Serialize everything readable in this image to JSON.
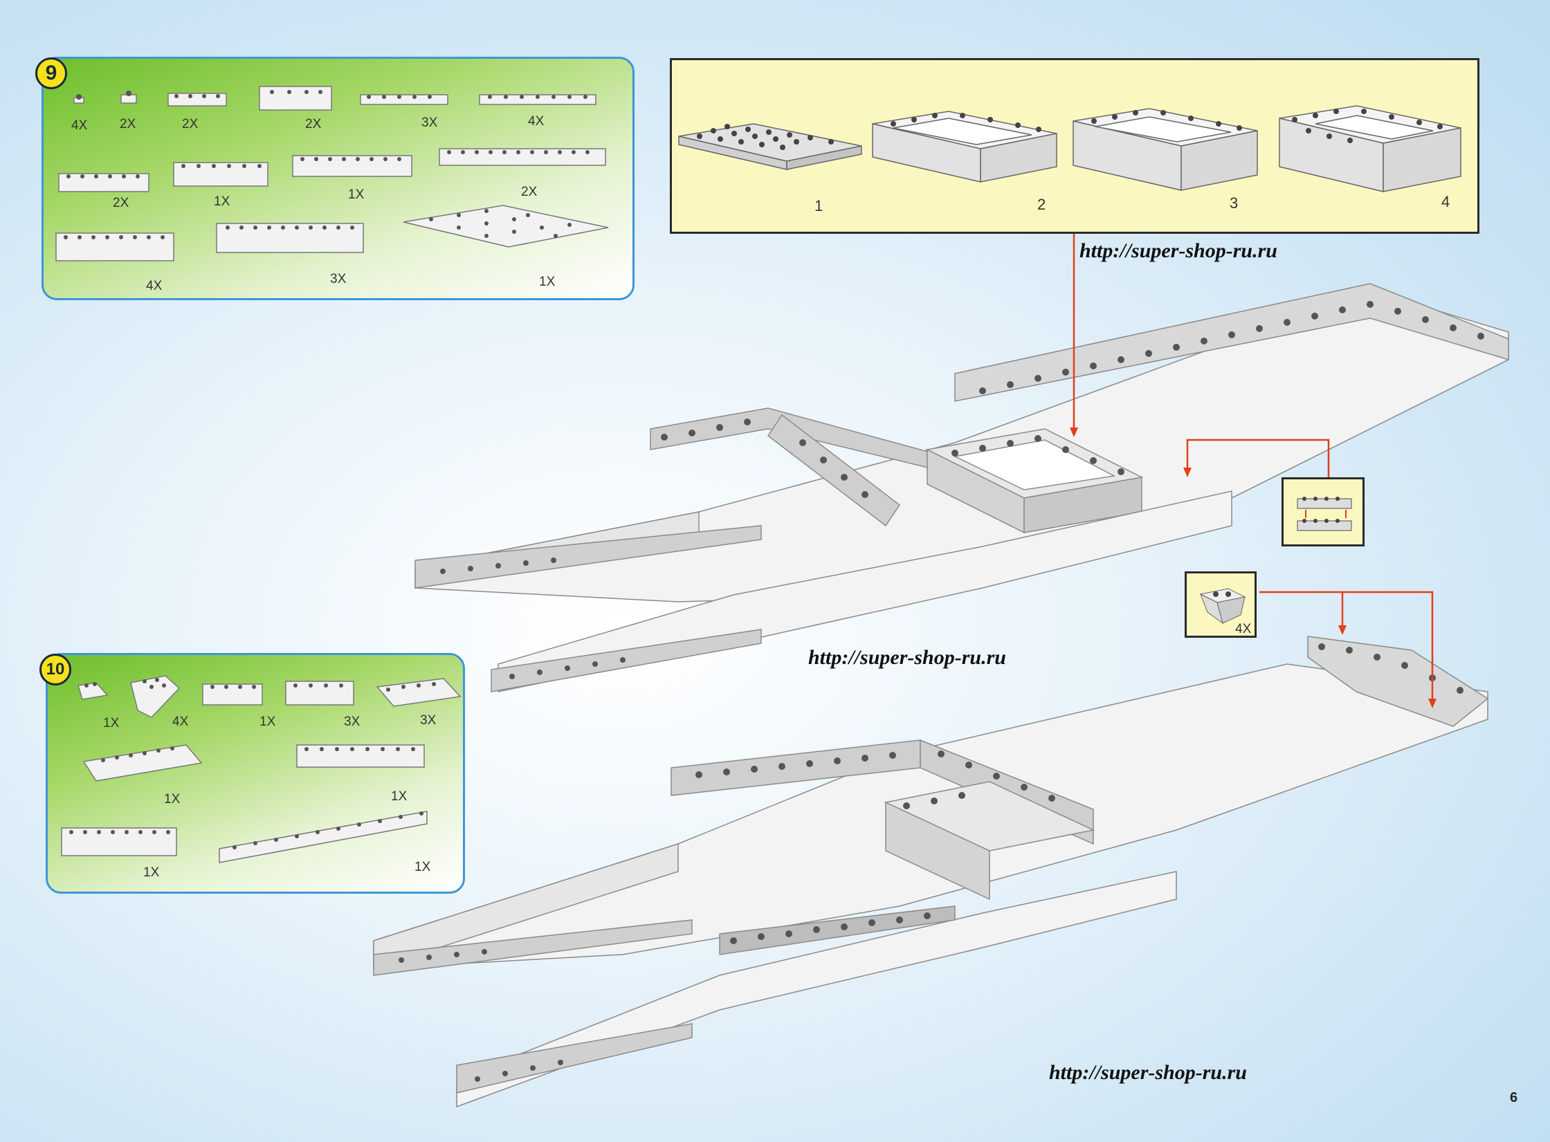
{
  "step9": {
    "number": "9",
    "parts": [
      {
        "qty": "4X"
      },
      {
        "qty": "2X"
      },
      {
        "qty": "2X"
      },
      {
        "qty": "2X"
      },
      {
        "qty": "3X"
      },
      {
        "qty": "4X"
      },
      {
        "qty": "2X"
      },
      {
        "qty": "1X"
      },
      {
        "qty": "1X"
      },
      {
        "qty": "2X"
      },
      {
        "qty": "4X"
      },
      {
        "qty": "3X"
      },
      {
        "qty": "1X"
      }
    ]
  },
  "step10": {
    "number": "10",
    "parts": [
      {
        "qty": "1X"
      },
      {
        "qty": "4X"
      },
      {
        "qty": "1X"
      },
      {
        "qty": "3X"
      },
      {
        "qty": "3X"
      },
      {
        "qty": "1X"
      },
      {
        "qty": "1X"
      },
      {
        "qty": "1X"
      },
      {
        "qty": "1X"
      }
    ]
  },
  "subassembly": {
    "steps": [
      "1",
      "2",
      "3",
      "4"
    ]
  },
  "slope_callout": {
    "qty": "4X"
  },
  "watermarks": [
    "http://super-shop-ru.ru",
    "http://super-shop-ru.ru",
    "http://super-shop-ru.ru"
  ],
  "page_number": "6",
  "colors": {
    "panel_border": "#3d96d8",
    "panel_green": "#6dbf2a",
    "badge_yellow": "#f6e21b",
    "callout_bg": "#fbf7c0",
    "arrow_red": "#e0401a",
    "brick_light": "#f2f2f2",
    "stud_dark": "#444444"
  }
}
